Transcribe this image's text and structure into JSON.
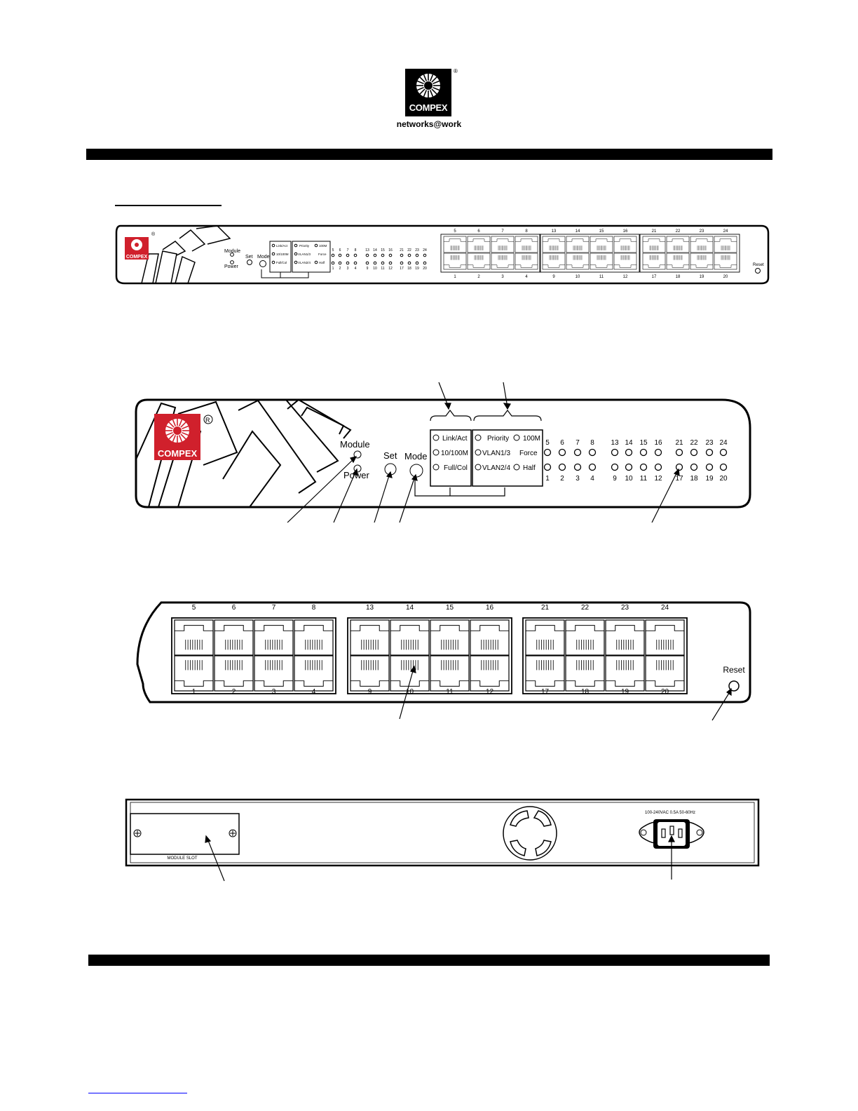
{
  "brand": {
    "name": "COMPEX",
    "tagline": "networks@work"
  },
  "labels": {
    "module": "Module",
    "power": "Power",
    "set": "Set",
    "mode": "Mode",
    "reset": "Reset",
    "link_act": "Link/Act",
    "speed": "10/100M",
    "full_col": "Full/Col",
    "priority": "Priority",
    "m100": "100M",
    "vlan13": "VLAN1/3",
    "force": "Force",
    "vlan24": "VLAN2/4",
    "half": "Half",
    "ac_rating": "100-240VAC 0.5A 50-60Hz",
    "module_slot": "MODULE SLOT"
  },
  "port_groups": [
    {
      "top": [
        "5",
        "6",
        "7",
        "8"
      ],
      "bottom": [
        "1",
        "2",
        "3",
        "4"
      ]
    },
    {
      "top": [
        "13",
        "14",
        "15",
        "16"
      ],
      "bottom": [
        "9",
        "10",
        "11",
        "12"
      ]
    },
    {
      "top": [
        "21",
        "22",
        "23",
        "24"
      ],
      "bottom": [
        "17",
        "18",
        "19",
        "20"
      ]
    }
  ]
}
